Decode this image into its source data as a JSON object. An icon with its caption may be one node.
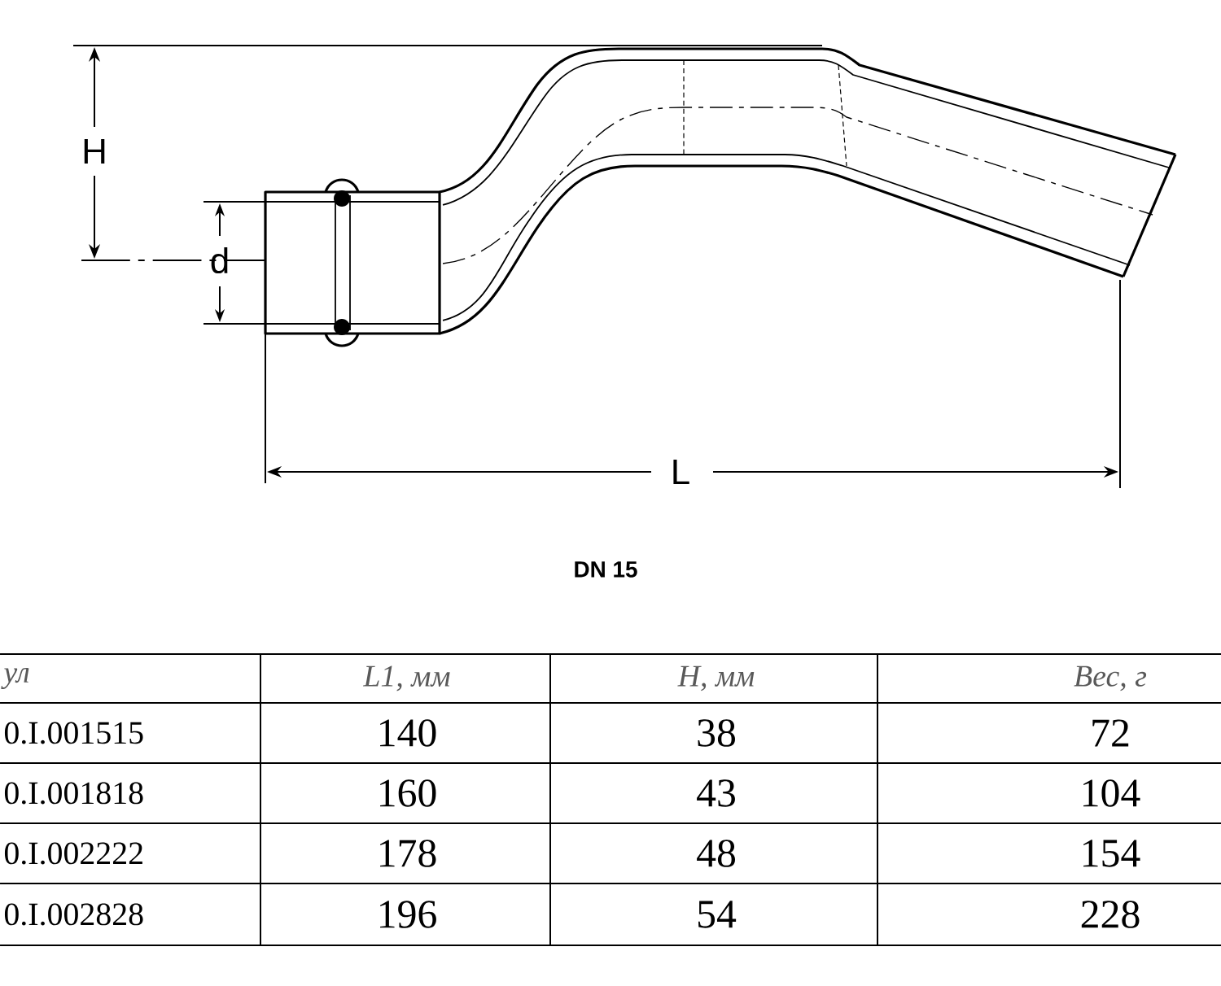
{
  "diagram": {
    "labels": [
      "H",
      "d",
      "L",
      "DN 15",
      "ул",
      "L1, мм",
      "H, мм",
      "Вес, г",
      "0.I.001515",
      "140",
      "38",
      "72",
      "0.I.001818",
      "160",
      "43",
      "104",
      "0.I.002222",
      "178",
      "48",
      "154",
      "0.I.002828",
      "196",
      "54",
      "228"
    ]
  }
}
